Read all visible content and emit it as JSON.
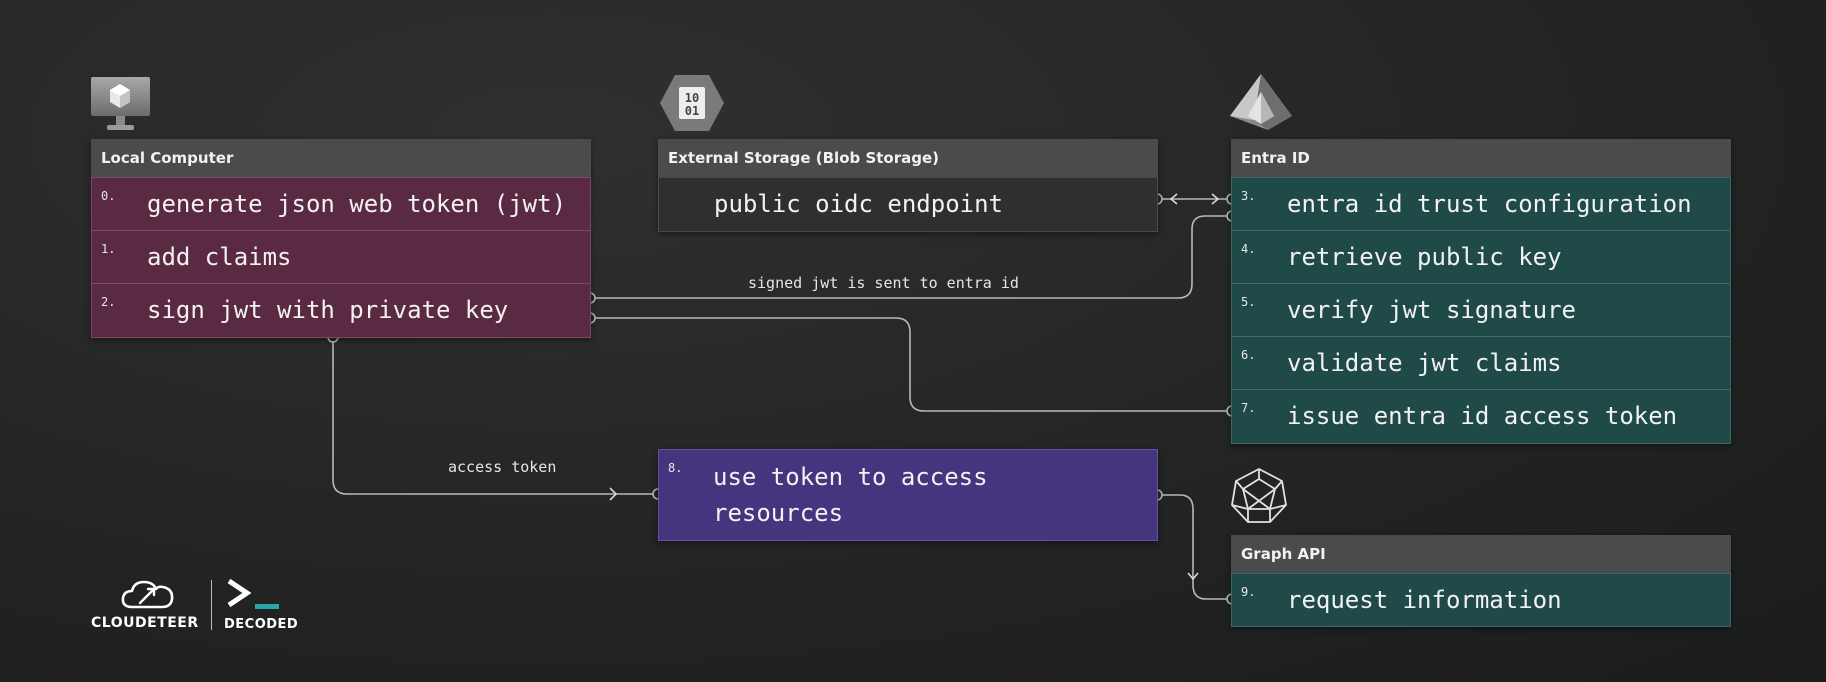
{
  "panels": {
    "local": {
      "title": "Local Computer",
      "steps": [
        {
          "num": "0.",
          "text": "generate json web token (jwt)"
        },
        {
          "num": "1.",
          "text": "add claims"
        },
        {
          "num": "2.",
          "text": "sign jwt with private key"
        }
      ]
    },
    "storage": {
      "title": "External Storage (Blob Storage)",
      "steps": [
        {
          "num": "",
          "text": "public oidc endpoint"
        }
      ]
    },
    "entra": {
      "title": "Entra ID",
      "steps": [
        {
          "num": "3.",
          "text": "entra id trust configuration"
        },
        {
          "num": "4.",
          "text": "retrieve public key"
        },
        {
          "num": "5.",
          "text": "verify jwt signature"
        },
        {
          "num": "6.",
          "text": "validate jwt claims"
        },
        {
          "num": "7.",
          "text": "issue entra id access token"
        }
      ]
    },
    "use": {
      "num": "8.",
      "text_line1": "use token to access",
      "text_line2": "resources"
    },
    "graph": {
      "title": "Graph API",
      "steps": [
        {
          "num": "9.",
          "text": "request information"
        }
      ]
    }
  },
  "labels": {
    "signed_jwt": "signed jwt is sent to entra id",
    "access_token": "access token"
  },
  "icons": {
    "local": "monitor-icon",
    "storage": "binary-blob-icon",
    "entra": "entra-pyramid-icon",
    "graph": "graph-polyhedron-icon"
  },
  "logo": {
    "brand": "CLOUDETEER",
    "product": "DECODED"
  },
  "colors": {
    "local_rows": "#5a2a43",
    "entra_rows": "#1f4a48",
    "use_box": "#45357f",
    "header": "#4b4b4c",
    "accent": "#2aa6a6"
  }
}
